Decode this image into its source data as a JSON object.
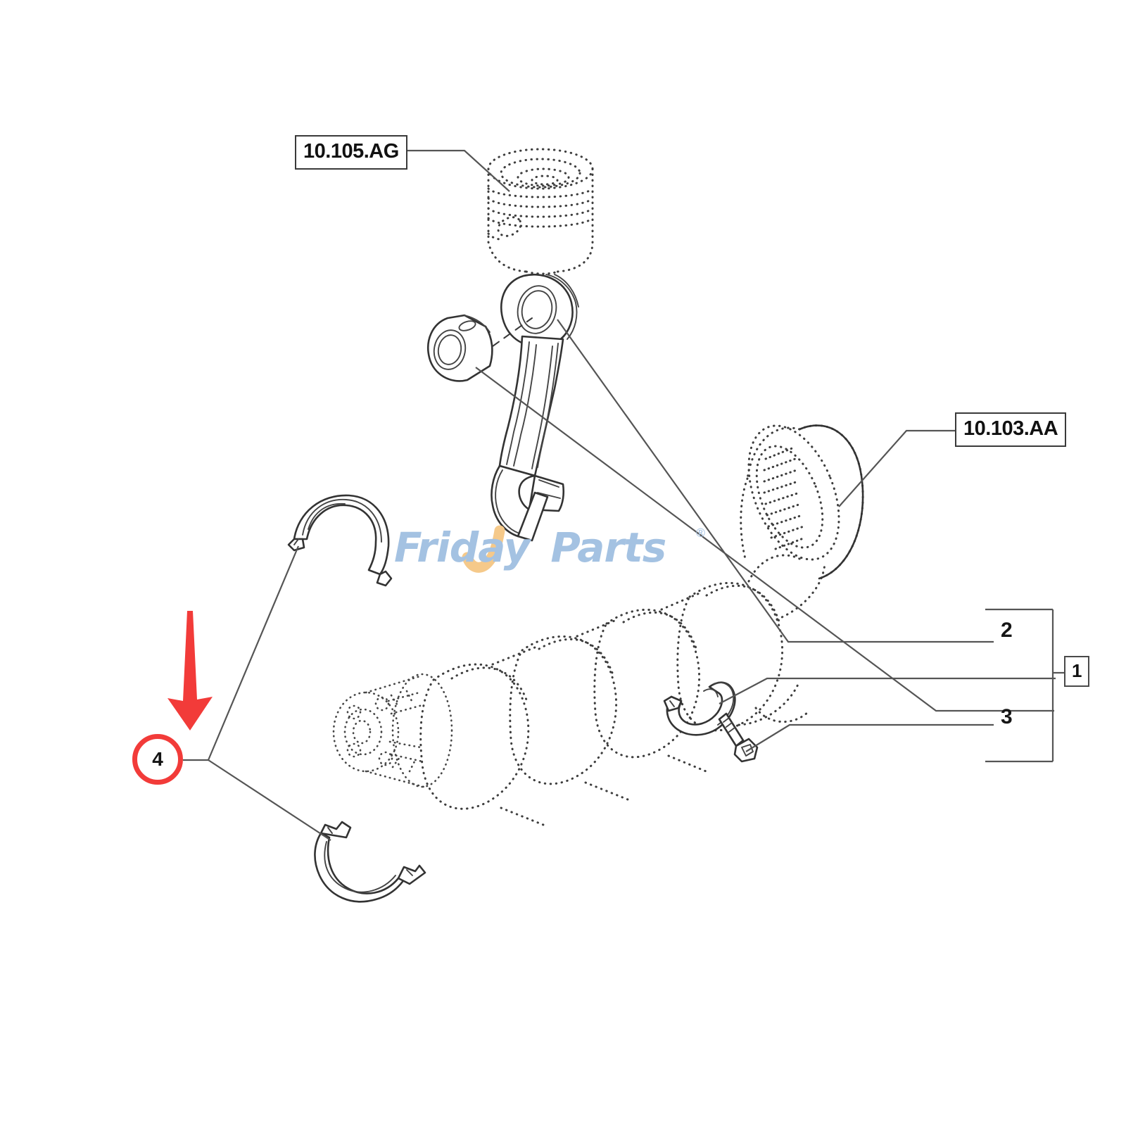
{
  "diagram": {
    "title": "Engine crankshaft, connecting rod and bearing exploded parts diagram",
    "background_color": "#ffffff",
    "line_color": "#333333",
    "highlight_color": "#f23b39",
    "reference_boxes": [
      {
        "id": "piston-ref",
        "label": "10.105.AG"
      },
      {
        "id": "crank-ref",
        "label": "10.103.AA"
      }
    ],
    "callouts": [
      {
        "id": "item-1",
        "label": "1",
        "style": "boxed"
      },
      {
        "id": "item-2",
        "label": "2",
        "style": "plain"
      },
      {
        "id": "item-3",
        "label": "3",
        "style": "plain"
      },
      {
        "id": "item-4",
        "label": "4",
        "style": "red-circle-highlight"
      }
    ],
    "parts": [
      {
        "name": "piston-assembly",
        "render": "dotted-phantom"
      },
      {
        "name": "connecting-rod",
        "render": "solid-outline"
      },
      {
        "name": "connecting-rod-bushing",
        "render": "solid-outline"
      },
      {
        "name": "crankshaft",
        "render": "dotted-phantom"
      },
      {
        "name": "flywheel-ring-gear",
        "render": "dotted-phantom"
      },
      {
        "name": "main-bearing-shell-upper",
        "render": "solid-outline"
      },
      {
        "name": "main-bearing-shell-lower",
        "render": "solid-outline"
      },
      {
        "name": "connecting-rod-bearing-cap",
        "render": "solid-outline"
      },
      {
        "name": "cap-bolt",
        "render": "solid-outline"
      }
    ],
    "watermark": {
      "text_primary": "Friday",
      "text_secondary": "Parts",
      "registered_mark": "®",
      "color_text": "#a4c2e2",
      "color_check": "#f5c98a"
    }
  }
}
